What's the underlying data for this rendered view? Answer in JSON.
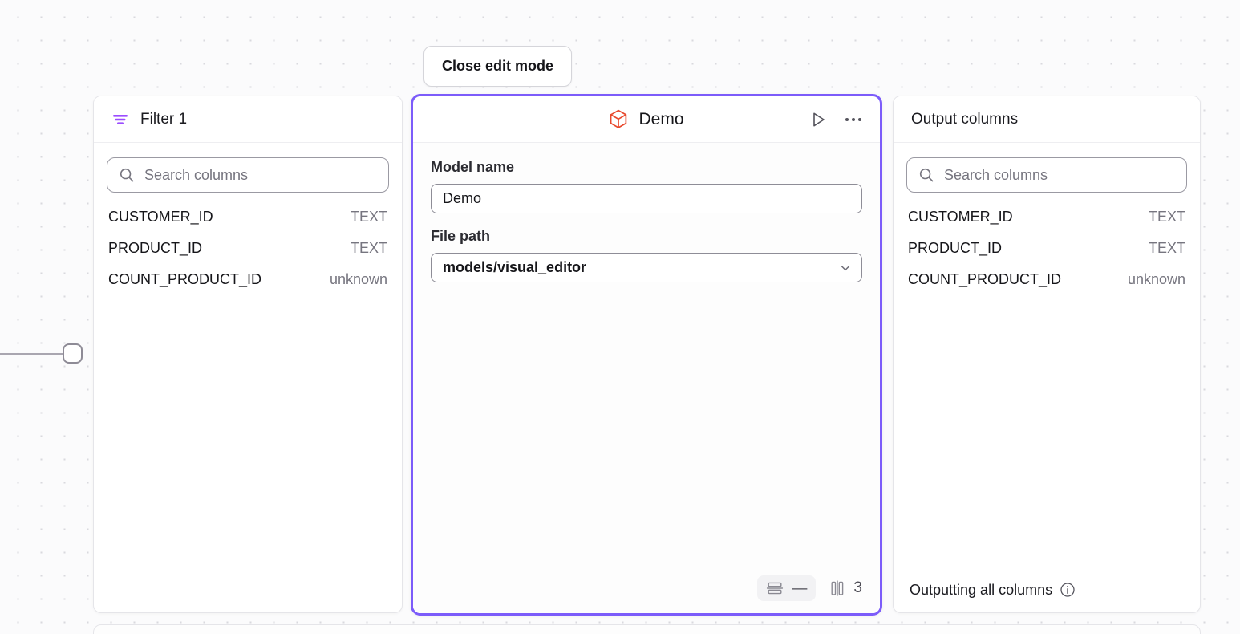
{
  "canvas": {
    "close_edit_mode_label": "Close edit mode"
  },
  "edge": {
    "handle_icon": "connection-handle"
  },
  "filter_panel": {
    "icon": "filter-icon",
    "title": "Filter 1",
    "search": {
      "icon": "search-icon",
      "placeholder": "Search columns"
    },
    "columns": [
      {
        "name": "CUSTOMER_ID",
        "type": "TEXT"
      },
      {
        "name": "PRODUCT_ID",
        "type": "TEXT"
      },
      {
        "name": "COUNT_PRODUCT_ID",
        "type": "unknown"
      }
    ]
  },
  "model_panel": {
    "icon": "cube-icon",
    "title": "Demo",
    "run_icon": "play-icon",
    "menu_icon": "kebab-menu-icon",
    "fields": {
      "model_name_label": "Model name",
      "model_name_value": "Demo",
      "file_path_label": "File path",
      "file_path_value": "models/visual_editor",
      "file_path_chevron": "chevron-down-icon"
    },
    "footer": {
      "rows_icon": "rows-icon",
      "rows_count": "—",
      "columns_icon": "columns-icon",
      "columns_count": "3"
    }
  },
  "output_panel": {
    "title": "Output columns",
    "search": {
      "icon": "search-icon",
      "placeholder": "Search columns"
    },
    "columns": [
      {
        "name": "CUSTOMER_ID",
        "type": "TEXT"
      },
      {
        "name": "PRODUCT_ID",
        "type": "TEXT"
      },
      {
        "name": "COUNT_PRODUCT_ID",
        "type": "unknown"
      }
    ],
    "footer_text": "Outputting all columns",
    "footer_info_icon": "info-icon"
  },
  "colors": {
    "accent_purple": "#7c5cfa",
    "filter_purple": "#9b4dff",
    "model_red": "#e8482c",
    "canvas_bg": "#fbfbfc",
    "panel_bg": "#ffffff",
    "muted_text": "#76757f"
  }
}
